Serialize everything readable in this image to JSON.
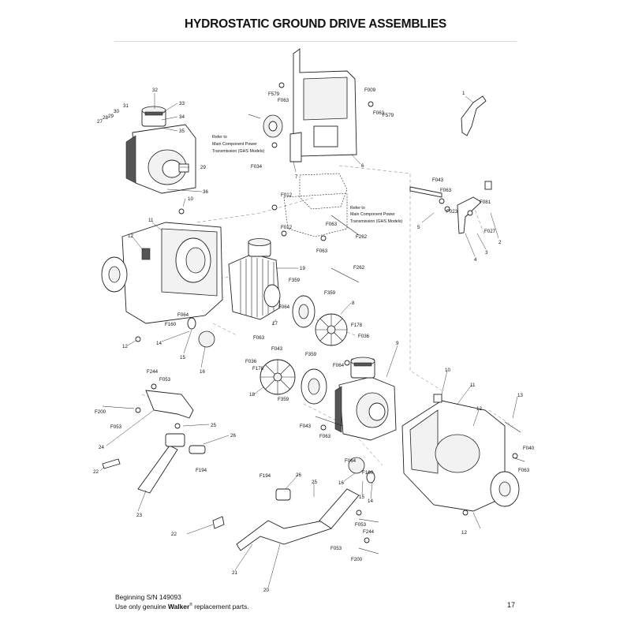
{
  "header": {
    "title": "HYDROSTATIC GROUND DRIVE ASSEMBLIES"
  },
  "footer": {
    "serial": "Beginning S/N 149093",
    "note_prefix": "Use only genuine",
    "brand": "Walker",
    "trademark": "®",
    "note_suffix": "replacement parts.",
    "page_number": "17"
  },
  "notes": {
    "ref_left": [
      "Refer to",
      "Main Component Power",
      "Transmission (GHS Models)"
    ],
    "ref_right": [
      "Refer to",
      "Main Component Power",
      "Transmission (GHS Models)"
    ]
  },
  "callouts": {
    "c32": "32",
    "c33": "33",
    "c34": "34",
    "c35": "35",
    "c31": "31",
    "c30": "30",
    "c29a": "29",
    "c28": "28",
    "c27": "27",
    "c29b": "29",
    "c36": "36",
    "c10a": "10",
    "c11a": "11",
    "c12a": "12",
    "c12b": "12",
    "c19": "19",
    "c7": "7",
    "c6": "6",
    "c1": "1",
    "c2": "2",
    "c3": "3",
    "c4": "4",
    "c5": "5",
    "c8": "8",
    "c9": "9",
    "c14a": "14",
    "c15a": "15",
    "c16a": "16",
    "c17": "17",
    "c18": "18",
    "c10b": "10",
    "c11b": "11",
    "c12c": "12",
    "c12d": "12",
    "c13": "13",
    "c14b": "14",
    "c15b": "15",
    "c16b": "16",
    "c20": "20",
    "c21": "21",
    "c22a": "22",
    "c22b": "22",
    "c23": "23",
    "c24": "24",
    "c25a": "25",
    "c25b": "25",
    "c26a": "26",
    "c26b": "26",
    "F579a": "F579",
    "F063a": "F063",
    "F009": "F009",
    "F063b": "F063",
    "F579b": "F579",
    "F034": "F034",
    "F043a": "F043",
    "F063c": "F063",
    "F023": "F023",
    "F081": "F081",
    "F027": "F027",
    "F012a": "F012",
    "F012b": "F012",
    "F063d": "F063",
    "F262a": "F262",
    "F063e": "F063",
    "F262b": "F262",
    "F359a": "F359",
    "F359b": "F359",
    "F064a": "F064",
    "F064b": "F064",
    "F160a": "F160",
    "F178a": "F178",
    "F036a": "F036",
    "F063f": "F063",
    "F043b": "F043",
    "F036b": "F036",
    "F178b": "F178",
    "F359c": "F359",
    "F064c": "F064",
    "F359d": "F359",
    "F043c": "F043",
    "F063g": "F063",
    "F244a": "F244",
    "F053a": "F053",
    "F200a": "F200",
    "F053b": "F053",
    "F194a": "F194",
    "F194b": "F194",
    "F064d": "F064",
    "F160b": "F160",
    "F053c": "F053",
    "F244b": "F244",
    "F053d": "F053",
    "F200b": "F200",
    "F040": "F040",
    "F063h": "F063"
  },
  "colors": {
    "line": "#222222",
    "fill": "#ffffff",
    "shade": "#f2f2f2",
    "rule": "#d9d9d9"
  }
}
